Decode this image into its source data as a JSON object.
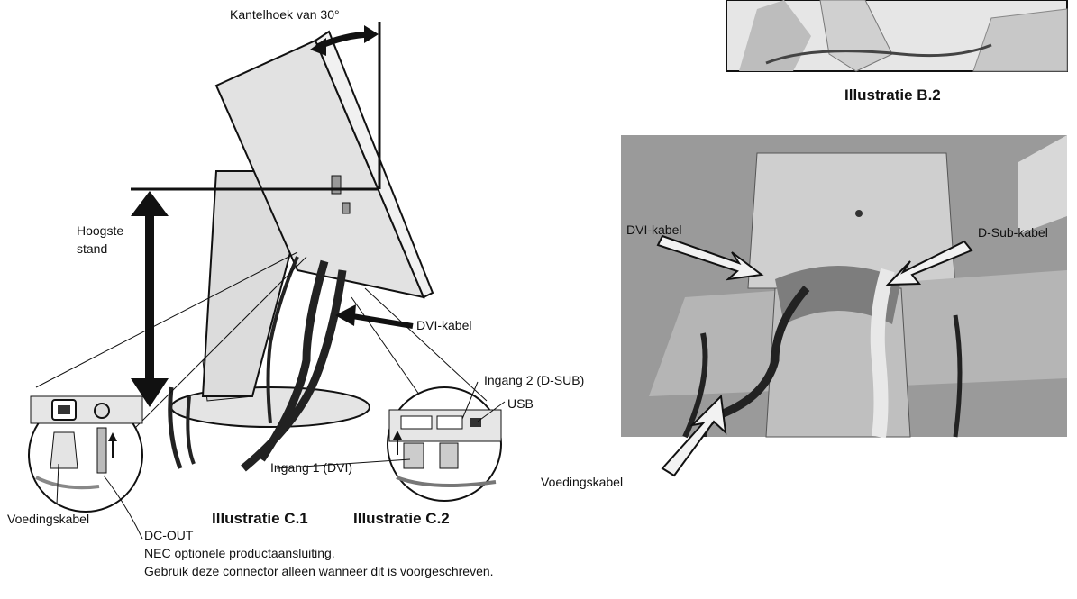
{
  "left_figure": {
    "tilt_label": "Kantelhoek van 30°",
    "height_label_line1": "Hoogste",
    "height_label_line2": "stand",
    "dvi_cable_label": "DVI-kabel",
    "input2_label": "Ingang 2 (D-SUB)",
    "usb_label": "USB",
    "input1_label": "Ingang 1 (DVI)",
    "power_cable_label": "Voedingskabel",
    "dc_out_label": "DC-OUT",
    "caption_c1": "Illustratie C.1",
    "caption_c2": "Illustratie C.2"
  },
  "right_figure": {
    "caption_b2": "Illustratie B.2",
    "dvi_cable_label": "DVI-kabel",
    "dsub_cable_label": "D-Sub-kabel",
    "power_cable_label": "Voedingskabel"
  },
  "note": {
    "line1": "NEC optionele productaansluiting.",
    "line2": "Gebruik deze connector alleen wanneer dit is voorgeschreven."
  },
  "colors": {
    "ink": "#111111",
    "photo_bg": "#9a9a9a",
    "photo_light": "#cfcfcf"
  }
}
